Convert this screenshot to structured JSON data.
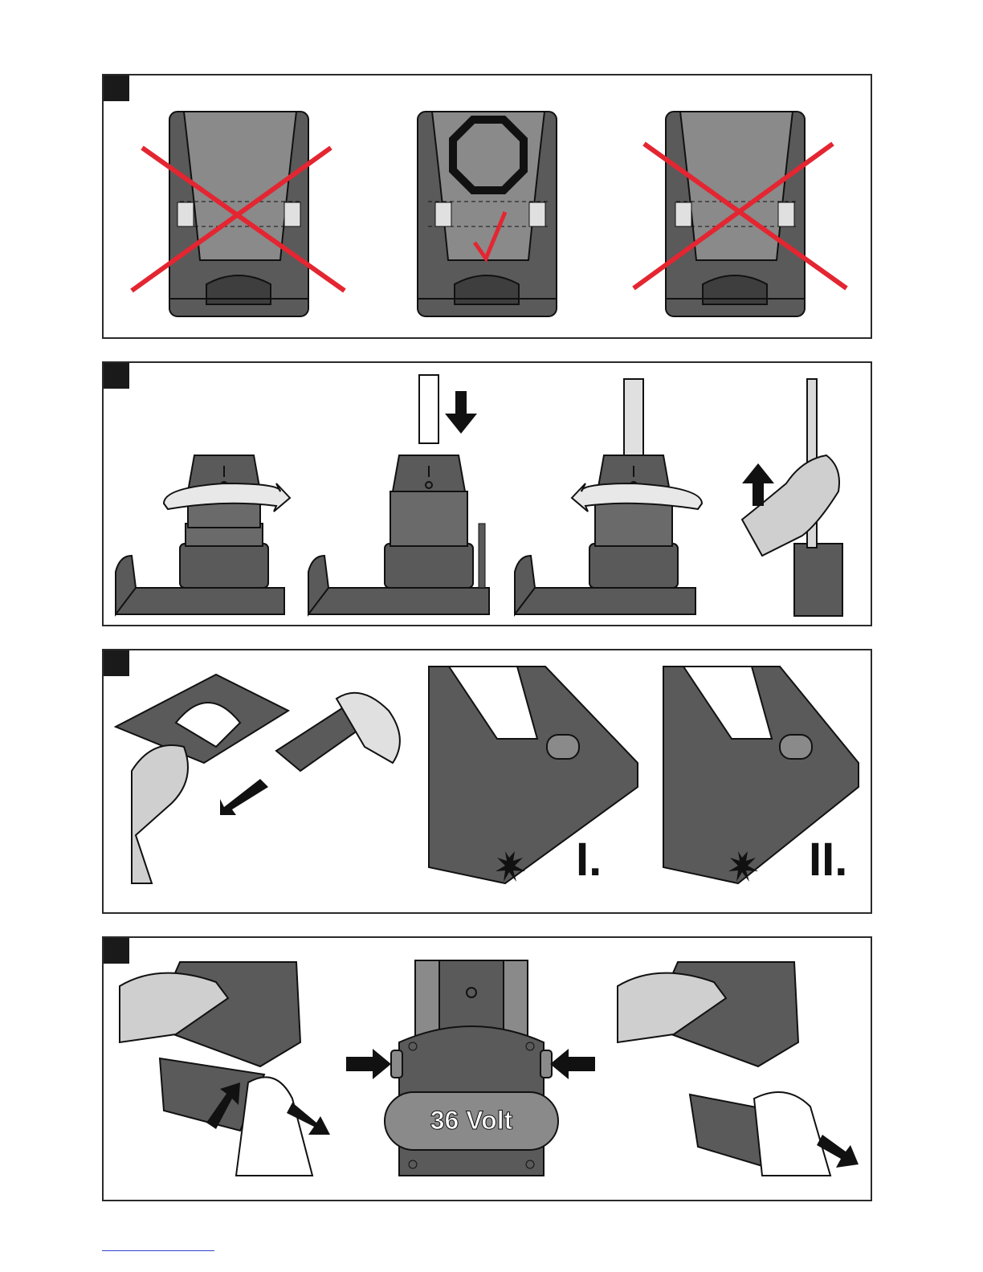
{
  "figure1": {
    "badge": ""
  },
  "figure2": {
    "badge": ""
  },
  "figure3": {
    "badge": "",
    "step_one": "I.",
    "step_two": "II."
  },
  "figure4": {
    "badge": "",
    "battery_label": "36 Volt"
  },
  "colors": {
    "tool_dark": "#5a5a5a",
    "tool_mid": "#8a8a8a",
    "tool_light": "#cfcfcf",
    "cross_red": "#e32631",
    "outline": "#111111"
  }
}
